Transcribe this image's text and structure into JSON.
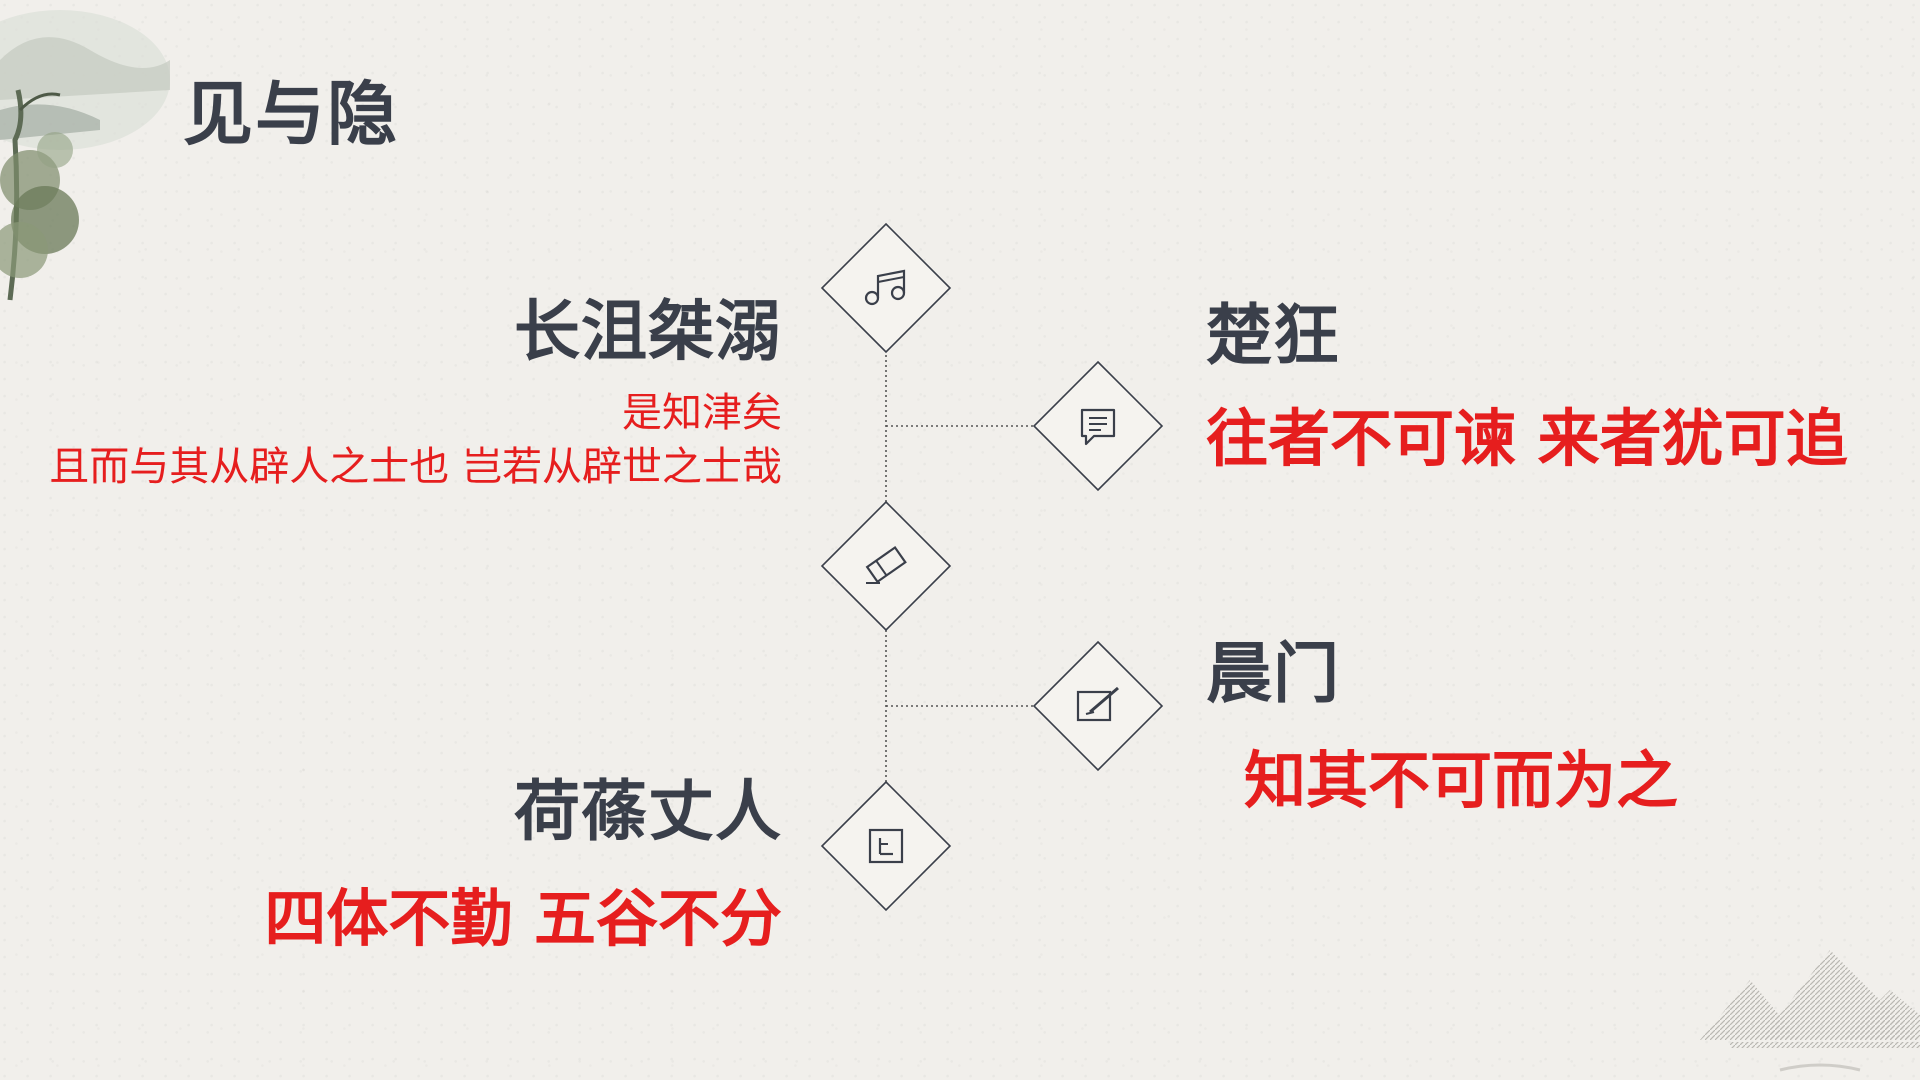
{
  "slide": {
    "title": "见与隐"
  },
  "left": {
    "item1": {
      "name": "长沮桀溺",
      "line1": "是知津矣",
      "line2": "且而与其从辟人之士也  岂若从辟世之士哉"
    },
    "item2": {
      "name": "荷蓧丈人",
      "quote": "四体不勤 五谷不分"
    }
  },
  "right": {
    "item1": {
      "name": "楚狂",
      "quote": "往者不可谏 来者犹可追"
    },
    "item2": {
      "name": "晨门",
      "quote": "知其不可而为之"
    }
  },
  "colors": {
    "heading": "#3a3f4a",
    "accent_red": "#e61e1e",
    "background": "#f1efeb"
  },
  "icons": [
    "music-note-icon",
    "chat-message-icon",
    "eraser-icon",
    "edit-icon",
    "download-box-icon"
  ]
}
